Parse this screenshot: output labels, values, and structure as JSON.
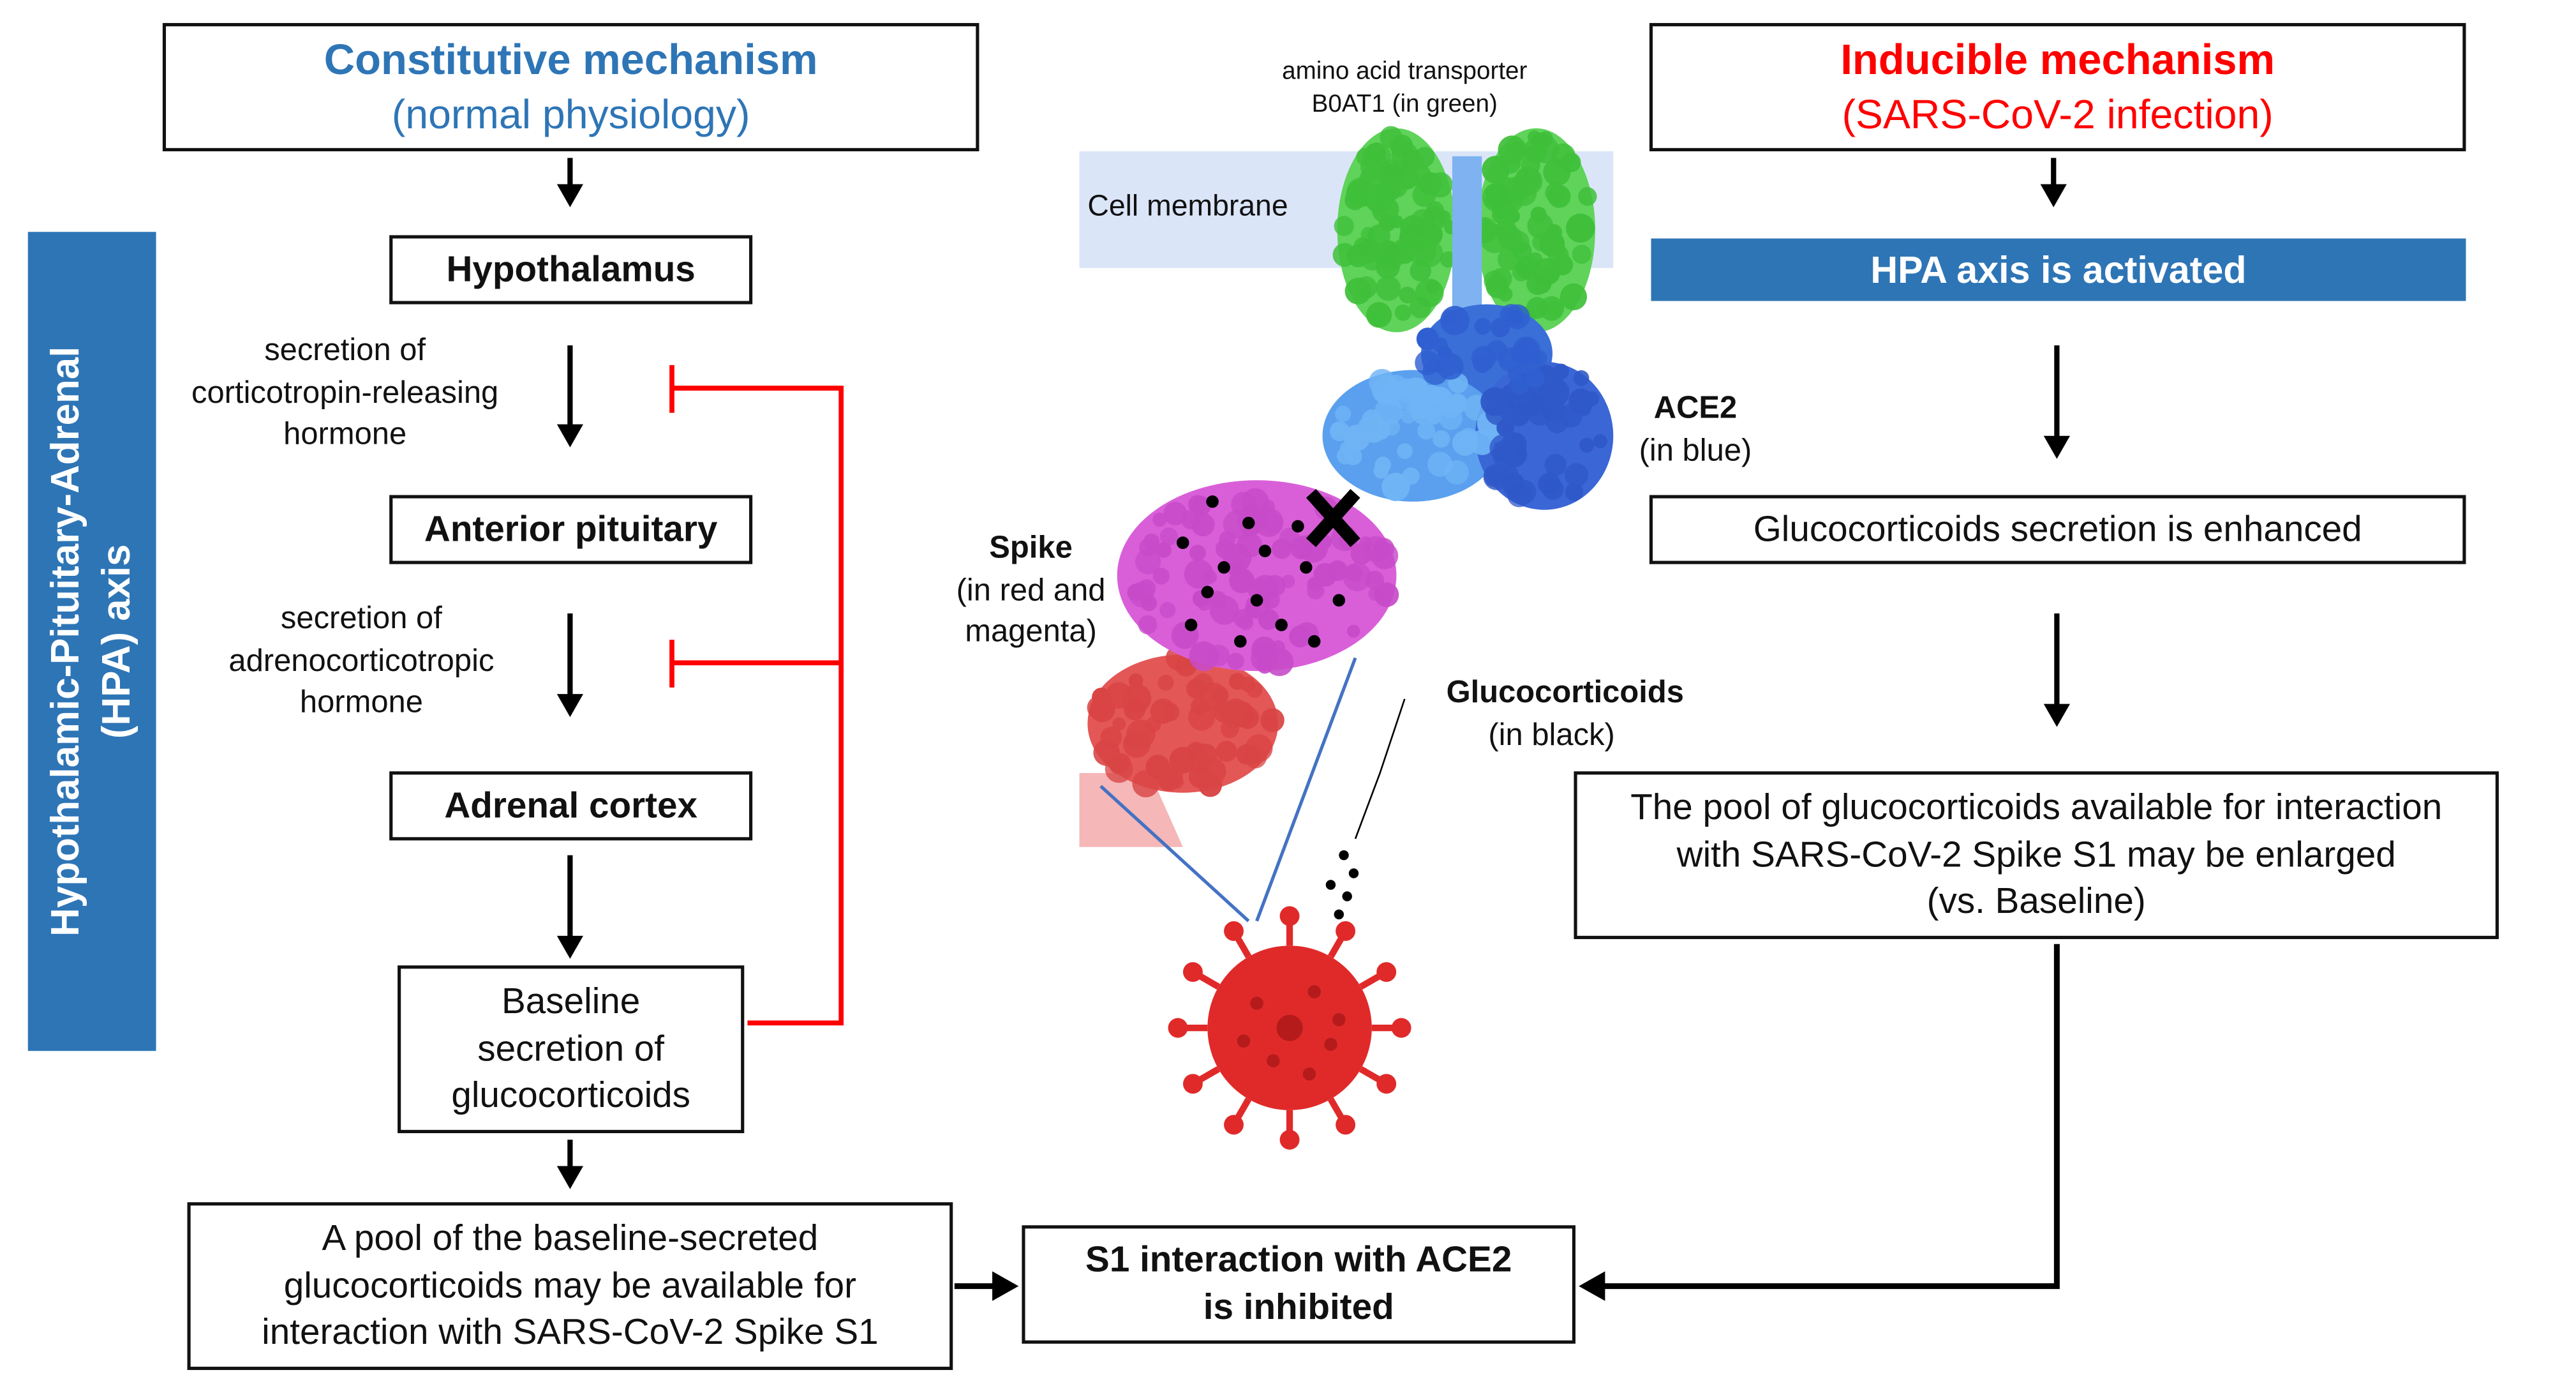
{
  "constitutive": {
    "title": "Constitutive mechanism",
    "subtitle": "(normal physiology)",
    "title_color": "#2e75b6"
  },
  "inducible": {
    "title": "Inducible mechanism",
    "subtitle": "(SARS-CoV-2 infection)",
    "title_color": "#ff0000"
  },
  "side_bar": {
    "line1": "Hypothalamic-Pituitary-Adrenal",
    "line2": "(HPA) axis",
    "color": "#2e75b6"
  },
  "left_chain": {
    "hypothalamus": "Hypothalamus",
    "crh_line1": "secretion of",
    "crh_line2": "corticotropin-releasing",
    "crh_line3": "hormone",
    "pituitary": "Anterior pituitary",
    "acth_line1": "secretion of",
    "acth_line2": "adrenocorticotropic",
    "acth_line3": "hormone",
    "adrenal": "Adrenal cortex",
    "baseline_line1": "Baseline",
    "baseline_line2": "secretion of",
    "baseline_line3": "glucocorticoids",
    "pool_line1": "A pool of the baseline-secreted",
    "pool_line2": "glucocorticoids may be available for",
    "pool_line3": "interaction with SARS-CoV-2 Spike S1",
    "feedback_color": "#ff0000"
  },
  "right_chain": {
    "activated": "HPA axis is activated",
    "enhanced": "Glucocorticoids secretion is enhanced",
    "enlarged_line1": "The pool of glucocorticoids available for interaction",
    "enlarged_line2": "with SARS-CoV-2  Spike S1 may be enlarged",
    "enlarged_line3": "(vs. Baseline)"
  },
  "result": {
    "line1": "S1 interaction with ACE2",
    "line2": "is inhibited"
  },
  "illustration": {
    "transporter_line1": "amino acid transporter",
    "transporter_line2": "B0AT1 (in green)",
    "membrane": "Cell membrane",
    "ace2_title": "ACE2",
    "ace2_sub": "(in blue)",
    "spike_title": "Spike",
    "spike_sub1": "(in red and",
    "spike_sub2": "magenta)",
    "gluco_title": "Glucocorticoids",
    "gluco_sub": "(in black)",
    "colors": {
      "transporter": "#5fd35a",
      "ace2": "#4a86e8",
      "spike_magenta": "#d95fd9",
      "spike_red": "#e45757",
      "membrane": "#dbe5f8",
      "virus": "#e02a2a"
    }
  }
}
